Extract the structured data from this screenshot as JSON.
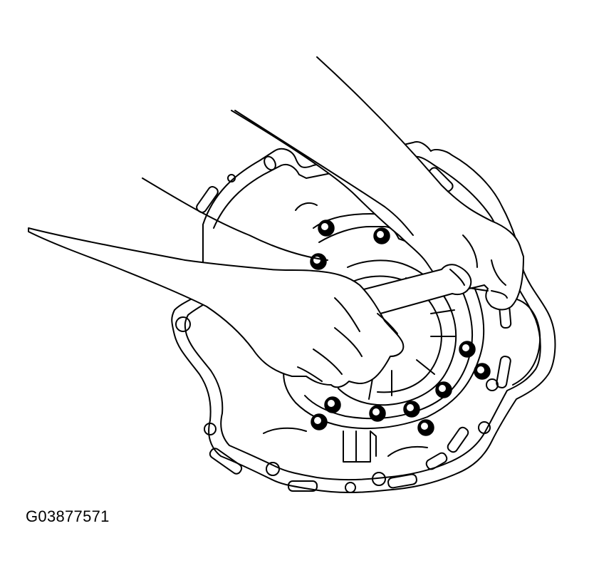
{
  "figure": {
    "id_label": "G03877571",
    "subject": "Hands using a wrench to loosen bolts on transmission oil pump cover",
    "components": [
      "transmission-housing",
      "oil-pump-cover",
      "bolts",
      "wrench",
      "left-hand",
      "right-hand"
    ],
    "bolt_count": 11,
    "colors": {
      "line": "#000000",
      "background": "#ffffff"
    }
  }
}
